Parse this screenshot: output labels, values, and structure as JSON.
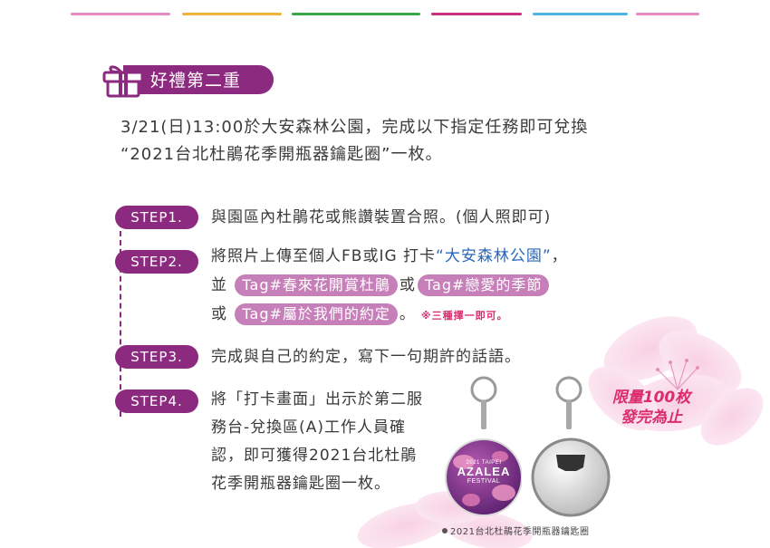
{
  "section": {
    "title": "好禮第二重"
  },
  "intro": {
    "line1": "3/21(日)13:00於大安森林公園，完成以下指定任務即可兌換",
    "line2": "“2021台北杜鵑花季開瓶器鑰匙圈”一枚。"
  },
  "steps": [
    {
      "label": "STEP1.",
      "text": "與園區內杜鵑花或熊讚裝置合照。(個人照即可)"
    },
    {
      "label": "STEP2.",
      "line1_prefix": "將照片上傳至個人FB或IG 打卡",
      "line1_link": "“大安森林公園”",
      "line1_suffix": "，",
      "line2_prefix": "並",
      "tag1": "Tag#春來花開賞杜鵑",
      "line2_or": "或",
      "tag2": "Tag#戀愛的季節",
      "line3_prefix": "或",
      "tag3": "Tag#屬於我們的約定",
      "line3_suffix": "。",
      "note": "※三種擇一即可。"
    },
    {
      "label": "STEP3.",
      "text": "完成與自己的約定，寫下一句期許的話語。"
    },
    {
      "label": "STEP4.",
      "lines": [
        "將「打卡畫面」出示於第二服",
        "務台-兌換區(A)工作人員確",
        "認，即可獲得2021台北杜鵑",
        "花季開瓶器鑰匙圈一枚。"
      ]
    }
  ],
  "product": {
    "badge_line1": "2021 TAIPEI",
    "badge_line2": "AZALEA",
    "badge_line3": "FESTIVAL",
    "limit_line1": "限量100枚",
    "limit_line2": "發完為止",
    "caption": "2021台北杜鵑花季開瓶器鑰匙圈"
  },
  "colors": {
    "brand_purple": "#8b2a7e",
    "tag_pink": "#c77fb9",
    "accent_pink": "#d92d6f",
    "link_blue": "#2a67b8",
    "top_lines": [
      "#e889c3",
      "#f2b33d",
      "#3aa64a",
      "#c9307f",
      "#4fb3e6",
      "#e889c3"
    ]
  }
}
